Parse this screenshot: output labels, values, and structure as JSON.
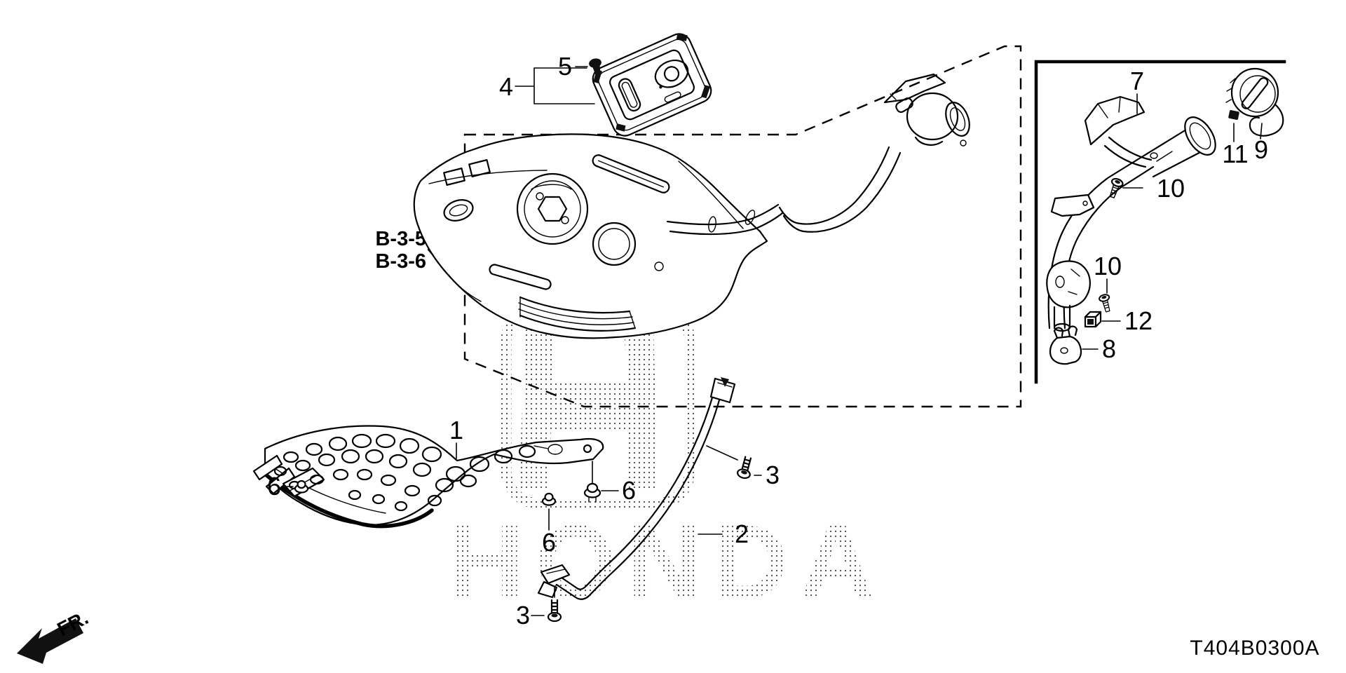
{
  "diagram": {
    "background_color": "#ffffff",
    "line_color": "#000000",
    "code": "T404B0300A",
    "direction_label": "FR.",
    "ref_labels": {
      "top": "B-3-5",
      "bottom": "B-3-6"
    },
    "watermark": {
      "text": "HONDA",
      "emblem": "H-badge",
      "dot_color": "#4d4d4d"
    },
    "callouts": {
      "c1": "1",
      "c2": "2",
      "c3": "3",
      "c4": "4",
      "c5": "5",
      "c6": "6",
      "c7": "7",
      "c8": "8",
      "c9": "9",
      "c10": "10",
      "c11": "11",
      "c12": "12"
    }
  }
}
